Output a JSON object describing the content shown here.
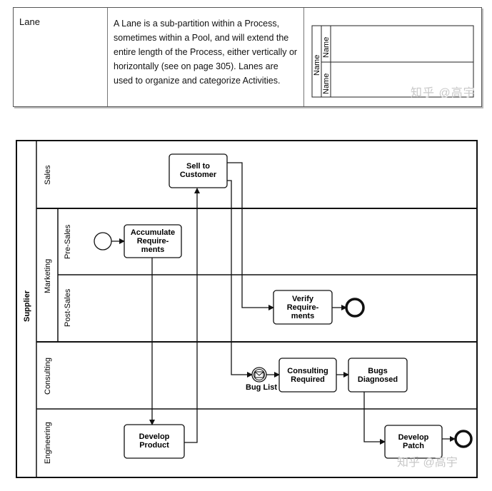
{
  "table": {
    "term": "Lane",
    "description": "A Lane is a sub-partition within a Process, sometimes within a Pool, and will extend the entire length of the Process, either vertically or horizontally (see on page 305). Lanes are used to organize and categorize Activities.",
    "icon_labels": {
      "pool": "Name",
      "lane1": "Name",
      "lane2": "Name"
    }
  },
  "watermark": "知乎 @高宇",
  "diagram": {
    "pool": "Supplier",
    "lanes": {
      "sales": "Sales",
      "marketing": "Marketing",
      "pre_sales": "Pre-Sales",
      "post_sales": "Post-Sales",
      "consulting": "Consulting",
      "engineering": "Engineering"
    },
    "tasks": {
      "sell": [
        "Sell to",
        "Customer"
      ],
      "accumulate": [
        "Accumulate",
        "Require-",
        "ments"
      ],
      "verify": [
        "Verify",
        "Require-",
        "ments"
      ],
      "consulting_required": [
        "Consulting",
        "Required"
      ],
      "bugs": [
        "Bugs",
        "Diagnosed"
      ],
      "develop_product": [
        "Develop",
        "Product"
      ],
      "develop_patch": [
        "Develop",
        "Patch"
      ]
    },
    "message_event_label": "Bug List"
  }
}
